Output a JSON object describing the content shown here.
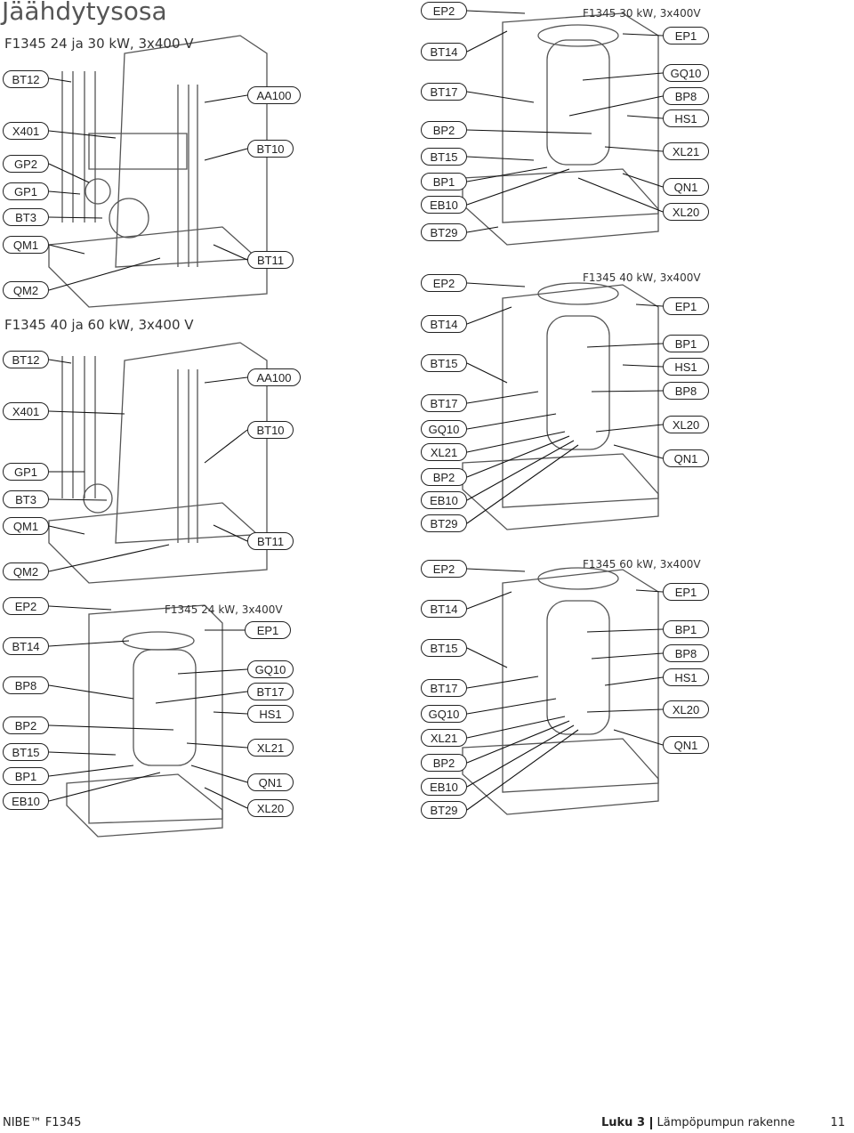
{
  "page": {
    "title": "Jäähdytysosa",
    "section1_heading": "F1345 24 ja 30 kW, 3x400 V",
    "section2_heading": "F1345 40 ja 60 kW, 3x400 V"
  },
  "captions": {
    "d24": "F1345 24 kW, 3x400V",
    "d30": "F1345 30 kW, 3x400V",
    "d40": "F1345 40 kW, 3x400V",
    "d60": "F1345 60 kW, 3x400V"
  },
  "labels": {
    "a1": [
      "BT12",
      "X401",
      "GP2",
      "GP1",
      "BT3",
      "QM1",
      "QM2",
      "AA100",
      "BT10",
      "BT11"
    ],
    "a2": [
      "BT12",
      "X401",
      "GP1",
      "BT3",
      "QM1",
      "QM2",
      "AA100",
      "BT10",
      "BT11"
    ],
    "d24": [
      "EP2",
      "BT14",
      "BP8",
      "BP2",
      "BT15",
      "BP1",
      "EB10",
      "EP1",
      "GQ10",
      "BT17",
      "HS1",
      "XL21",
      "QN1",
      "XL20"
    ],
    "d30": [
      "EP2",
      "BT14",
      "BT17",
      "BP2",
      "BT15",
      "BP1",
      "EB10",
      "BT29",
      "EP1",
      "GQ10",
      "BP8",
      "HS1",
      "XL21",
      "QN1",
      "XL20"
    ],
    "d40": [
      "EP2",
      "BT14",
      "BT15",
      "BT17",
      "GQ10",
      "XL21",
      "BP2",
      "EB10",
      "BT29",
      "EP1",
      "BP1",
      "HS1",
      "BP8",
      "XL20",
      "QN1"
    ],
    "d60": [
      "EP2",
      "BT14",
      "BT15",
      "BT17",
      "GQ10",
      "XL21",
      "BP2",
      "EB10",
      "BT29",
      "EP1",
      "BP1",
      "BP8",
      "HS1",
      "XL20",
      "QN1"
    ]
  },
  "footer": {
    "left": "NIBE™ F1345",
    "chapter": "Luku 3",
    "chapter_title": "Lämpöpumpun rakenne",
    "page_number": "11"
  }
}
